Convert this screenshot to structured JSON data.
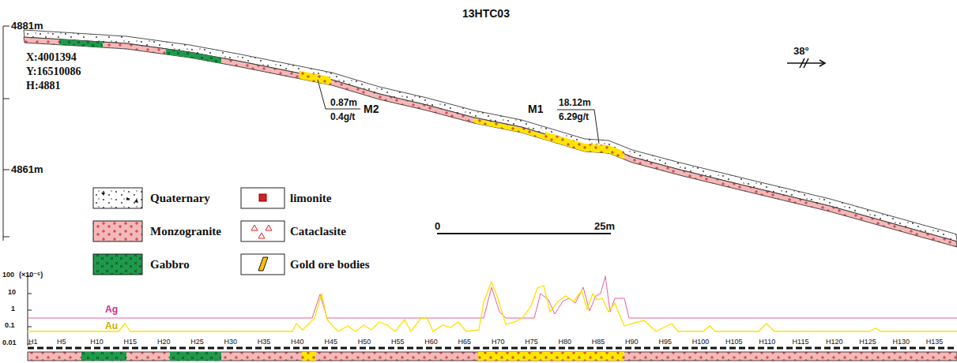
{
  "diagram": {
    "title": "13HTC03",
    "labels": [
      "4881m",
      "X:4001394",
      "Y:16510086",
      "H:4881",
      "0.87m",
      "0.4g/t",
      "M2",
      "M1",
      "18.12m",
      "6.29g/t",
      "38°",
      "4861m",
      "0",
      "25m",
      "100",
      "(×10⁻⁶)",
      "10",
      "1",
      "0.1",
      "0.01",
      "Ag",
      "Au",
      "H1",
      "H5",
      "H10",
      "H15",
      "H20",
      "H25",
      "H30",
      "H35",
      "H40",
      "H45",
      "H50",
      "H55",
      "H60",
      "H65",
      "H70",
      "H75",
      "H80",
      "H85",
      "H90",
      "H95",
      "H100",
      "H105",
      "H110",
      "H115",
      "H120",
      "H125",
      "H130",
      "H135"
    ],
    "legend": [
      {
        "text": "Quaternary"
      },
      {
        "text": "Monzogranite"
      },
      {
        "text": "Gabbro"
      },
      {
        "text": "limonite"
      },
      {
        "text": "Cataclasite"
      },
      {
        "text": "Gold ore bodies"
      }
    ]
  }
}
